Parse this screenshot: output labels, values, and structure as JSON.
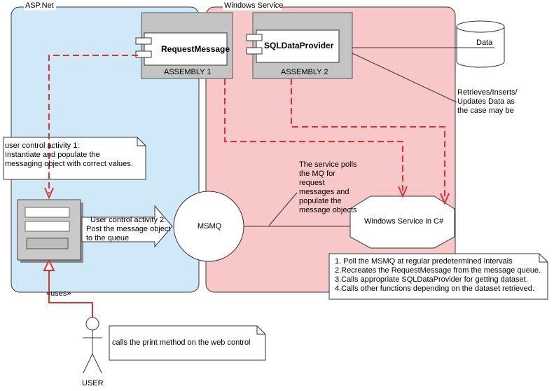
{
  "containers": {
    "aspnet": "ASP.Net",
    "winservice": "Windows Service"
  },
  "assemblies": {
    "assembly1": {
      "component": "RequestMessage",
      "label": "ASSEMBLY 1"
    },
    "assembly2": {
      "component": "SQLDataProvider",
      "label": "ASSEMBLY 2"
    }
  },
  "data_store": "Data",
  "notes": {
    "retrieves": [
      "Retrieves/Inserts/",
      "Updates Data as",
      "the case may be"
    ],
    "activity1": [
      "user control activity 1:",
      "Instantiate and populate the",
      "messaging object with correct values."
    ],
    "activity2": [
      "User control activity 2:",
      "Post the message object",
      "to the queue"
    ],
    "service_polls": [
      "The service polls",
      "the MQ for",
      "request",
      "messages and",
      "populate the",
      "message objects"
    ],
    "steps": [
      "1. Poll the MSMQ at regular predetermined intervals",
      "2.Recreates the RequestMessage from the message queue.",
      "3.Calls appropriate SQLDataProvider for getting dataset.",
      "4.Calls other functions depending on the dataset retrieved."
    ],
    "print": "calls the print method on the web control"
  },
  "msmq": "MSMQ",
  "windows_service_node": "Windows Service in C#",
  "uses": "«uses»",
  "actor": "USER"
}
